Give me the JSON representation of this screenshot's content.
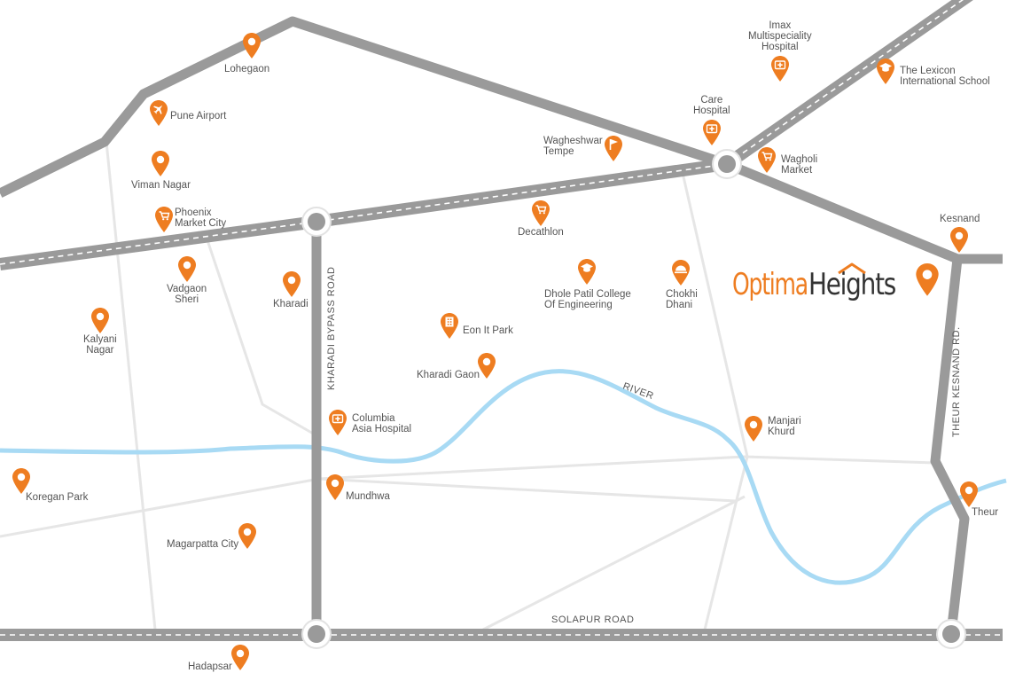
{
  "brand": {
    "word1": "Optima",
    "word2": "Heights",
    "accent": "#ee7d21",
    "dark": "#333333"
  },
  "colors": {
    "road_major": "#9a9a9a",
    "road_minor": "#e6e6e6",
    "river": "#a8daf4",
    "pin": "#ee7d21"
  },
  "roads": {
    "kharadi_bypass": "KHARADI BYPASS ROAD",
    "theur_kesnand": "THEUR KESNAND RD.",
    "solapur": "SOLAPUR ROAD",
    "river": "RIVER"
  },
  "places": [
    {
      "label": "Lohegaon",
      "icon": "pin-icon"
    },
    {
      "label": "Pune Airport",
      "icon": "airport-icon"
    },
    {
      "label": "Viman Nagar",
      "icon": "pin-icon"
    },
    {
      "label": "Phoenix\nMarket City",
      "icon": "shopping-cart-icon"
    },
    {
      "label": "Vadgaon\nSheri",
      "icon": "pin-icon"
    },
    {
      "label": "Kharadi",
      "icon": "pin-icon"
    },
    {
      "label": "Kalyani\nNagar",
      "icon": "pin-icon"
    },
    {
      "label": "Eon It Park",
      "icon": "building-icon"
    },
    {
      "label": "Kharadi Gaon",
      "icon": "pin-icon"
    },
    {
      "label": "Columbia\nAsia Hospital",
      "icon": "hospital-icon"
    },
    {
      "label": "Koregan Park",
      "icon": "pin-icon"
    },
    {
      "label": "Mundhwa",
      "icon": "pin-icon"
    },
    {
      "label": "Magarpatta City",
      "icon": "pin-icon"
    },
    {
      "label": "Hadapsar",
      "icon": "pin-icon"
    },
    {
      "label": "Wagheshwar\nTempe",
      "icon": "flag-icon"
    },
    {
      "label": "Decathlon",
      "icon": "shopping-cart-icon"
    },
    {
      "label": "Dhole Patil College\nOf Engineering",
      "icon": "graduation-cap-icon"
    },
    {
      "label": "Chokhi\nDhani",
      "icon": "restaurant-icon"
    },
    {
      "label": "Care\nHospital",
      "icon": "hospital-icon"
    },
    {
      "label": "Imax\nMultispeciality\nHospital",
      "icon": "hospital-icon"
    },
    {
      "label": "The Lexicon\nInternational School",
      "icon": "graduation-cap-icon"
    },
    {
      "label": "Wagholi\nMarket",
      "icon": "shopping-cart-icon"
    },
    {
      "label": "Kesnand",
      "icon": "pin-icon"
    },
    {
      "label": "Manjari\nKhurd",
      "icon": "pin-icon"
    },
    {
      "label": "Theur",
      "icon": "pin-icon"
    }
  ]
}
